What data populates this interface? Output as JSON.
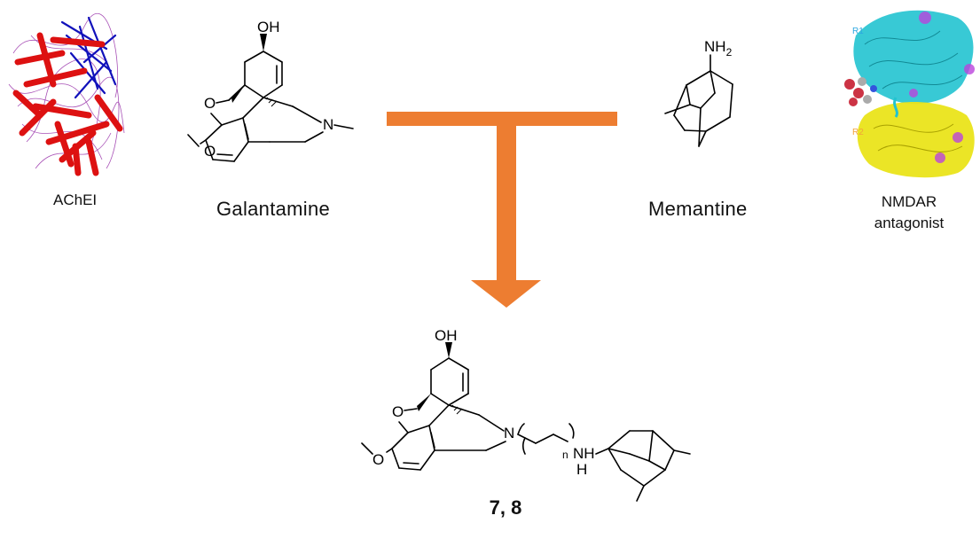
{
  "labels": {
    "ache": "AChEI",
    "galantamine": "Galantamine",
    "memantine": "Memantine",
    "nmdar_line1": "NMDAR",
    "nmdar_line2": "antagonist",
    "compound": "7, 8"
  },
  "atoms": {
    "oh": "OH",
    "o": "O",
    "n": "N",
    "nh2": "NH",
    "sub2": "2",
    "n_label": "n",
    "nh": "NH",
    "h": "H"
  },
  "protein_labels": {
    "r1": "R1",
    "r2": "R2"
  },
  "colors": {
    "arrow": "#ED7D31",
    "ache_red": "#DD1111",
    "ache_blue": "#1111BB",
    "ache_purple": "#9933AA",
    "nmdar_cyan": "#22C3D0",
    "nmdar_yellow": "#EAE41A",
    "r1_label": "#2CA7E0",
    "r2_label": "#F2A33A"
  },
  "icons": [
    "ache-protein-icon",
    "nmdar-protein-icon"
  ]
}
